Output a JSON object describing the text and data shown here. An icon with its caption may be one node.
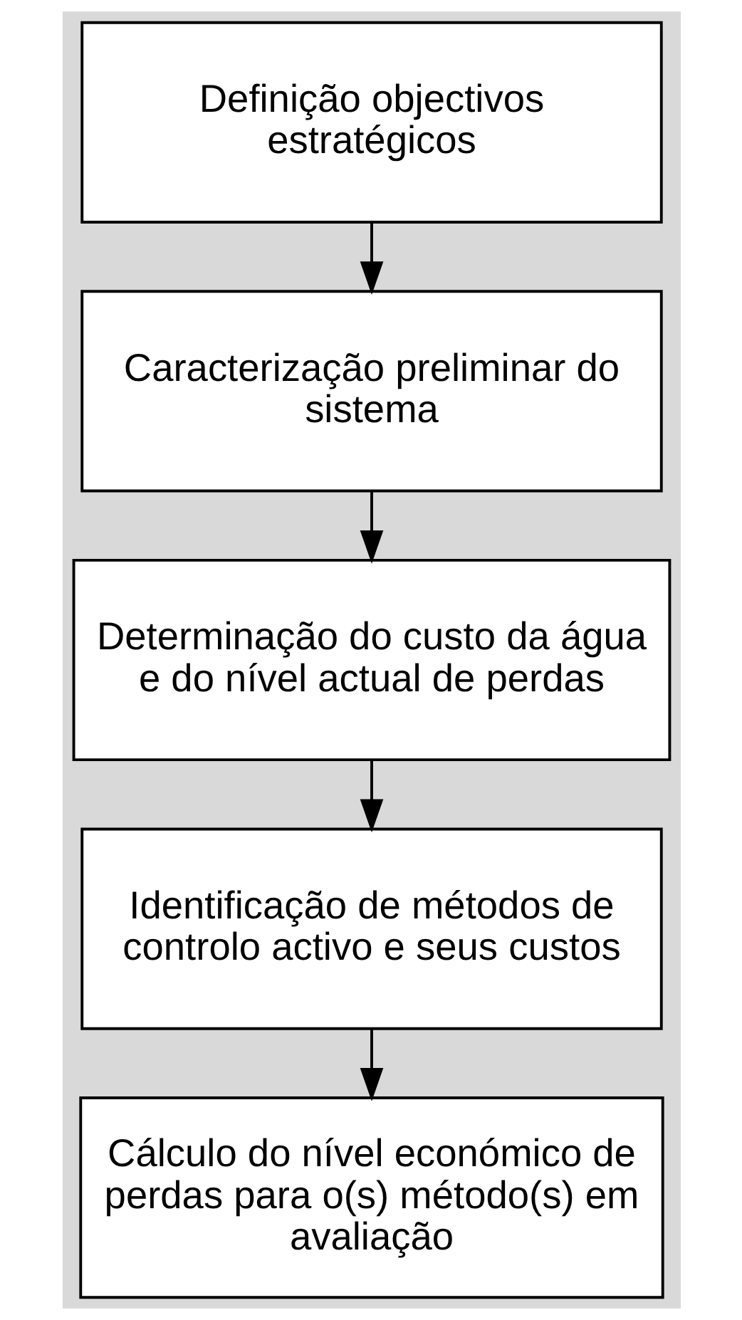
{
  "diagram": {
    "nodes": [
      {
        "text": [
          "Definição objectivos estratégicos"
        ]
      },
      {
        "text": [
          "Caracterização preliminar do sistema"
        ]
      },
      {
        "text": [
          "Determinação do custo da água e do nível actual de perdas"
        ]
      },
      {
        "text": [
          "Identificação de métodos de controlo activo e seus custos"
        ]
      },
      {
        "text": [
          "Cálculo do nível económico de perdas para o(s) método(s) em avaliação"
        ]
      }
    ],
    "edges": [
      {
        "from": 0,
        "to": 1,
        "arrow": "to"
      },
      {
        "from": 1,
        "to": 2,
        "arrow": "to"
      },
      {
        "from": 2,
        "to": 3,
        "arrow": "to"
      },
      {
        "from": 3,
        "to": 4,
        "arrow": "to"
      }
    ]
  }
}
